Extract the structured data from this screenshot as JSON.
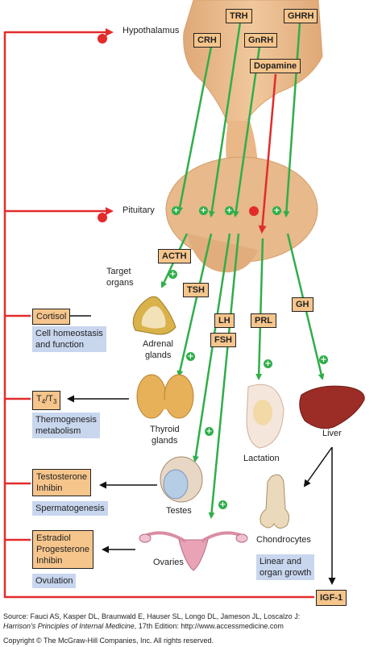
{
  "labels": {
    "hypothalamus": "Hypothalamus",
    "pituitary": "Pituitary",
    "target_organs_1": "Target",
    "target_organs_2": "organs",
    "adrenal_1": "Adrenal",
    "adrenal_2": "glands",
    "thyroid_1": "Thyroid",
    "thyroid_2": "glands",
    "testes": "Testes",
    "ovaries": "Ovaries",
    "lactation": "Lactation",
    "liver": "Liver",
    "chondrocytes": "Chondrocytes"
  },
  "releasing_hormones": {
    "trh": "TRH",
    "ghrh": "GHRH",
    "crh": "CRH",
    "gnrh": "GnRH",
    "dopamine": "Dopamine"
  },
  "pituitary_hormones": {
    "acth": "ACTH",
    "tsh": "TSH",
    "lh": "LH",
    "fsh": "FSH",
    "prl": "PRL",
    "gh": "GH"
  },
  "outputs": {
    "cortisol": "Cortisol",
    "t4": "T",
    "t4_sub": "4",
    "t3": "/T",
    "t3_sub": "3",
    "testosterone": "Testosterone",
    "inhibin_m": "Inhibin",
    "estradiol": "Estradiol",
    "progesterone": "Progesterone",
    "inhibin_f": "Inhibin",
    "igf1": "IGF-1"
  },
  "effects": {
    "cortisol_1": "Cell homeostasis",
    "cortisol_2": "and function",
    "thyroid_1": "Thermogenesis",
    "thyroid_2": "metabolism",
    "testes": "Spermatogenesis",
    "ovaries": "Ovulation",
    "growth_1": "Linear and",
    "growth_2": "organ growth"
  },
  "source": {
    "line1": "Source: Fauci AS, Kasper DL, Braunwald E, Hauser SL, Longo DL, Jameson JL, Loscalzo J:",
    "line2_italic": "Harrison's Principles of Internal Medicine",
    "line2_rest": ", 17th Edition: http://www.accessmedicine.com",
    "line3": "Copyright © The McGraw-Hill Companies, Inc. All rights reserved."
  },
  "colors": {
    "stimulation": "#2fae49",
    "inhibition": "#e32b2b",
    "hormone_box": "#f6c58c",
    "effect_box": "#c8d6ee",
    "gland_tissue": "#e8b98b"
  }
}
